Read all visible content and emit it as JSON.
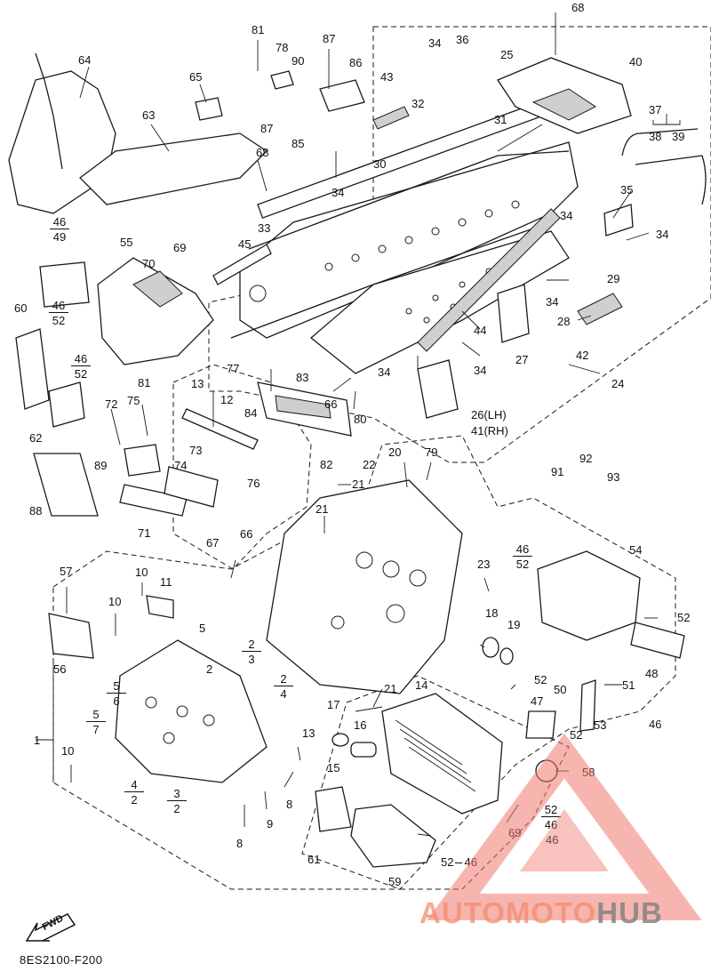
{
  "document_code": "8ES2100-F200",
  "fwd_label": "FWD",
  "watermark": {
    "brand_a": "AUTOMOTO",
    "brand_b": "HUB"
  },
  "callouts": {
    "c68a": "68",
    "c40": "40",
    "c36": "36",
    "c34a": "34",
    "c25": "25",
    "c81a": "81",
    "c87a": "87",
    "c78": "78",
    "c90": "90",
    "c86": "86",
    "c43": "43",
    "c32": "32",
    "c31": "31",
    "c37": "37",
    "c38": "38",
    "c39": "39",
    "c64": "64",
    "c65": "65",
    "c63": "63",
    "c87b": "87",
    "c85": "85",
    "c30": "30",
    "c68b": "68",
    "c34b": "34",
    "c35": "35",
    "c34c": "34",
    "c34d": "34",
    "c69a": "69",
    "c70": "70",
    "c45": "45",
    "c33": "33",
    "c55": "55",
    "c29": "29",
    "c34e": "34",
    "c28": "28",
    "c44": "44",
    "c27": "27",
    "c42": "42",
    "c60": "60",
    "c77": "77",
    "c83": "83",
    "c34f": "34",
    "c34g": "34",
    "c24": "24",
    "c13a": "13",
    "c12": "12",
    "c81b": "81",
    "c75": "75",
    "c72": "72",
    "c84": "84",
    "c66a": "66",
    "c80": "80",
    "c26": "26(LH)",
    "c41": "41(RH)",
    "c62": "62",
    "c89": "89",
    "c82": "82",
    "c74": "74",
    "c73": "73",
    "c20": "20",
    "c79": "79",
    "c22": "22",
    "c21a": "21",
    "c88": "88",
    "c76": "76",
    "c91": "91",
    "c92": "92",
    "c93": "93",
    "c71": "71",
    "c21b": "21",
    "c67": "67",
    "c66b": "66",
    "c54": "54",
    "c57": "57",
    "c10a": "10",
    "c11": "11",
    "c23": "23",
    "c10b": "10",
    "c18": "18",
    "c19": "19",
    "c52a": "52",
    "c56": "56",
    "c5a": "5",
    "c48": "48",
    "c52b": "52",
    "c51": "51",
    "c21c": "21",
    "c14": "14",
    "c17": "17",
    "c47": "47",
    "c50": "50",
    "c1": "1",
    "c10c": "10",
    "c13b": "13",
    "c16": "16",
    "c52c": "52",
    "c53": "53",
    "c46a": "46",
    "c15": "15",
    "c58": "58",
    "c8a": "8",
    "c9": "9",
    "c8b": "8",
    "c61": "61",
    "c69b": "69",
    "c46b": "46",
    "c59": "59",
    "c46c": "46"
  },
  "stacked_callouts": {
    "s46_49": {
      "top": "46",
      "bottom": "49"
    },
    "s46_52a": {
      "top": "46",
      "bottom": "52"
    },
    "s46_52b": {
      "top": "46",
      "bottom": "52"
    },
    "s46_52c": {
      "top": "46",
      "bottom": "52"
    },
    "s52_46": {
      "top": "52",
      "bottom": "46"
    },
    "s2_3": {
      "top": "2",
      "bottom": "3"
    },
    "s2_4": {
      "top": "2",
      "bottom": "4"
    },
    "s5_6": {
      "top": "5",
      "bottom": "6"
    },
    "s5_7": {
      "top": "5",
      "bottom": "7"
    },
    "s4_2": {
      "top": "4",
      "bottom": "2"
    },
    "s3_2": {
      "top": "3",
      "bottom": "2"
    }
  },
  "bracket_label": {
    "value": "52",
    "suffix": "46"
  }
}
